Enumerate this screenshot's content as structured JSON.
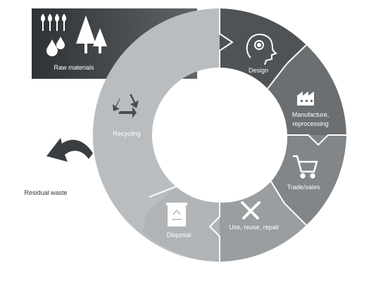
{
  "stages": {
    "raw_materials": "Raw materials",
    "design": "Design",
    "manufacture_line1": "Manufacture,",
    "manufacture_line2": "reprocessing",
    "trade": "Trade/sales",
    "use": "Use, reuse, repair",
    "disposal": "Disposal",
    "recycling": "Recycling"
  },
  "outside": {
    "residual_waste": "Residual waste"
  },
  "icons": {
    "raw_materials": [
      "wheat-icon",
      "water-drops-icon",
      "trees-icon"
    ],
    "design": "head-gear-icon",
    "manufacture": "factory-icon",
    "trade": "shopping-cart-icon",
    "use": "hammer-wrench-icon",
    "disposal": "recycle-bin-icon",
    "recycling": "recycle-icon",
    "residual": "curved-arrow-icon"
  },
  "colors": {
    "background": "#ffffff",
    "raw_gradient_left": "#2e3234",
    "raw_gradient_right": "#606466",
    "design": "#4f5355",
    "manufacture": "#6b6f71",
    "trade": "#828688",
    "use": "#9a9ea0",
    "disposal": "#b0b4b6",
    "recycling": "#b9bdbf",
    "arrow": "#3a3e40"
  }
}
